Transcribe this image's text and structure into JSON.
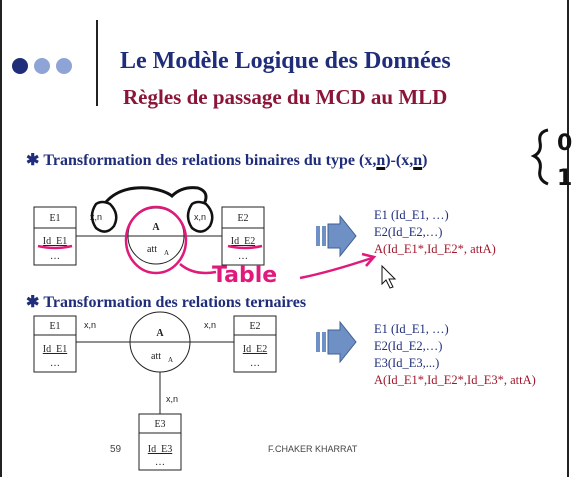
{
  "header": {
    "title": "Le Modèle Logique des Données",
    "subtitle": "Règles de passage du MCD au MLD"
  },
  "colors": {
    "navy": "#1f2d7a",
    "crimson": "#a0182c",
    "dot_dark": "#1f2d7a",
    "dot_light": "#8fa4d6",
    "pen_pink": "#e0197a"
  },
  "section1": {
    "bullet": "✱",
    "prefix": "Transformation des relations binaires du type (x,",
    "n1": "n",
    "mid": ")-(x,",
    "n2": "n",
    "suffix": ")",
    "diagram": {
      "e1_name": "E1",
      "e1_id": "Id_E1",
      "e1_more": "…",
      "e2_name": "E2",
      "e2_id": "Id_E2",
      "e2_more": "…",
      "assoc_name": "A",
      "assoc_attr": "att",
      "assoc_attr_sub": "A",
      "card_left": "x,n",
      "card_right": "x,n"
    },
    "result_1": "E1 (Id_E1, …)",
    "result_2": "E2(Id_E2,…)",
    "result_3": "A(Id_E1*,Id_E2*, attA)",
    "handwritten_label": "Table"
  },
  "section2": {
    "bullet": "✱",
    "title": "Transformation des relations ternaires",
    "diagram": {
      "e1_name": "E1",
      "e1_id": "Id_E1",
      "e1_more": "…",
      "e2_name": "E2",
      "e2_id": "Id_E2",
      "e2_more": "…",
      "e3_name": "E3",
      "e3_id": "Id_E3",
      "e3_more": "…",
      "assoc_name": "A",
      "assoc_attr": "att",
      "assoc_attr_sub": "A",
      "card_left": "x,n",
      "card_right": "x,n",
      "card_bottom": "x,n"
    },
    "result_1": "E1 (Id_E1, …)",
    "result_2": "E2(Id_E2,…)",
    "result_3": "E3(Id_E3,...)",
    "result_4": "A(Id_E1*,Id_E2*,Id_E3*, attA)"
  },
  "footer": {
    "page_number": "59",
    "author": "F.CHAKER KHARRAT"
  },
  "annotation": {
    "brace_top": "0",
    "brace_bottom": "1"
  }
}
